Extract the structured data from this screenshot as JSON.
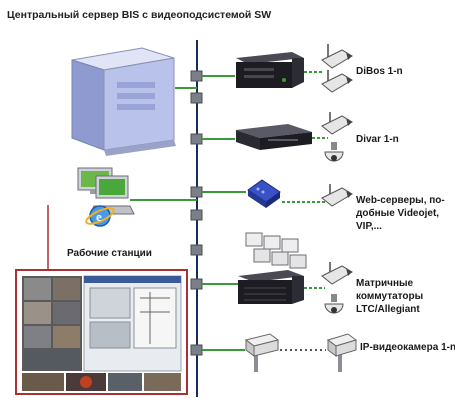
{
  "title": "Центральный сервер BIS с видеоподсистемой SW",
  "labels": {
    "dibos": "DiBos 1-n",
    "divar": "Divar 1-n",
    "web": [
      "Web-серверы, по-",
      "добные Videojet,",
      "VIP,..."
    ],
    "workstations": "Рабочие станции",
    "matrix": [
      "Матричные",
      "коммутаторы",
      "LTC/Allegiant"
    ],
    "ipcam": "IP-видеокамера 1-n"
  },
  "colors": {
    "bus": "#1a2a5a",
    "server": "#b8c2ea",
    "connector": "#7a7f88",
    "link_green": "#3a9a3a",
    "link_red": "#a83232",
    "rack": "#1c1c22",
    "modem": "#3a52c8"
  },
  "icons": [
    "server-tower-icon",
    "workstation-icon",
    "dibos-recorder-icon",
    "divar-recorder-icon",
    "web-server-icon",
    "matrix-switch-icon",
    "monitor-wall-icon",
    "camera-icon",
    "dome-camera-icon",
    "ip-camera-icon",
    "ie-logo-icon"
  ]
}
